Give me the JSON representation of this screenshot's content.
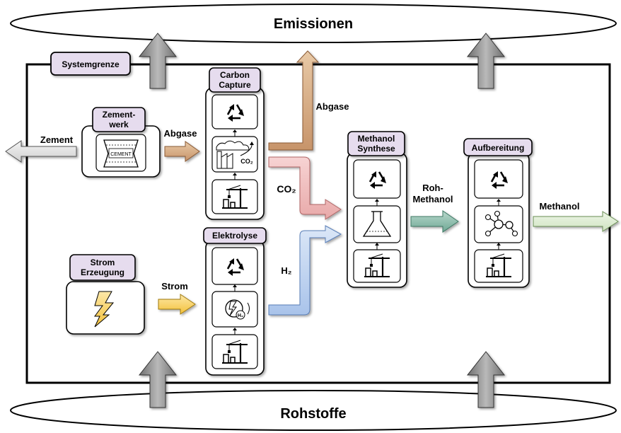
{
  "emissions_label": "Emissionen",
  "raw_materials_label": "Rohstoffe",
  "system_boundary_label": "Systemgrenze",
  "cement_plant": {
    "title_line1": "Zement-",
    "title_line2": "werk",
    "icon_text": "CEMENT"
  },
  "power_generation": {
    "title_line1": "Strom",
    "title_line2": "Erzeugung"
  },
  "carbon_capture": {
    "title_line1": "Carbon",
    "title_line2": "Capture",
    "co2_icon_text": "CO₂"
  },
  "electrolysis": {
    "title": "Elektrolyse",
    "h2_icon_text": "H₂"
  },
  "methanol_synthesis": {
    "title_line1": "Methanol",
    "title_line2": "Synthese"
  },
  "processing": {
    "title": "Aufbereitung"
  },
  "flows": {
    "cement_out": "Zement",
    "exhaust_in": "Abgase",
    "exhaust_out": "Abgase",
    "co2": "CO₂",
    "h2": "H₂",
    "power": "Strom",
    "crude_methanol_line1": "Roh-",
    "crude_methanol_line2": "Methanol",
    "methanol": "Methanol"
  },
  "icons": [
    "recycle-icon",
    "cement-bag-icon",
    "lightning-icon",
    "factory-icon",
    "crane-icon",
    "flask-icon",
    "molecule-icon",
    "electrolysis-icon"
  ]
}
